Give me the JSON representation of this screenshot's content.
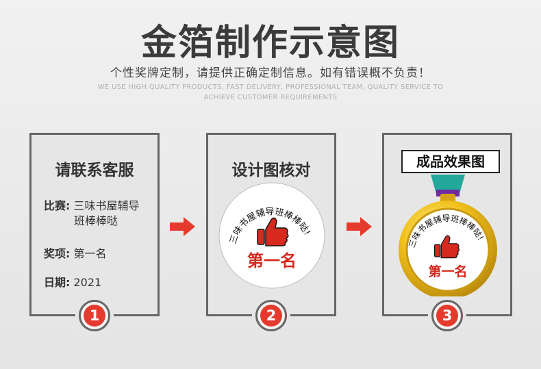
{
  "header": {
    "title": "金箔制作示意图",
    "subtitle": "个性奖牌定制，请提供正确定制信息。如有错误概不负责！",
    "tagline_line1": "WE USE HIGH QUALITY PRODUCTS, FAST DELIVERY, PROFESSIONAL TEAM, QUALITY SERVICE TO",
    "tagline_line2": "ACHIEVE CUSTOMER REQUIREMENTS"
  },
  "steps": [
    {
      "heading": "请联系客服",
      "number": "1",
      "fields": [
        {
          "label": "比赛:",
          "value_line1": "三味书屋辅导",
          "value_line2": "班棒棒哒"
        },
        {
          "label": "奖项:",
          "value_line1": "第一名"
        },
        {
          "label": "日期:",
          "value_line1": "2021"
        }
      ]
    },
    {
      "heading": "设计图核对",
      "number": "2",
      "arc_text": "三味书屋辅导班棒棒哒!",
      "center_text": "第一名"
    },
    {
      "badge": "成品效果图",
      "number": "3",
      "arc_text": "三味书屋辅导班棒棒哒!",
      "center_text": "第一名"
    }
  ],
  "colors": {
    "accent_red": "#e53b2e",
    "gold": "#f2c21d",
    "ribbon": "#23a89b"
  },
  "icons": [
    "thumbs-up-icon",
    "arrow-right-icon"
  ]
}
